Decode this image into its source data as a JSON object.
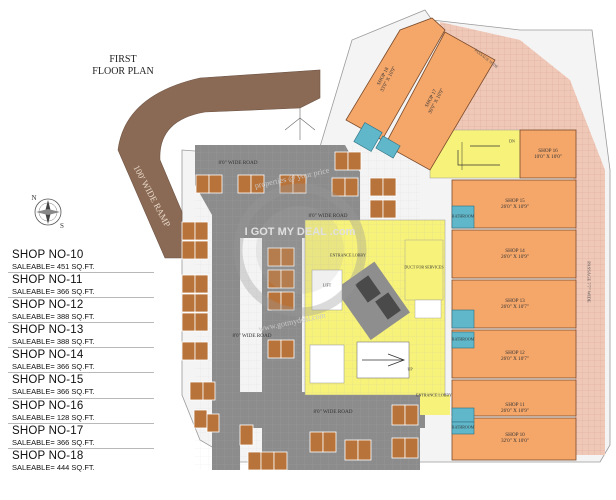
{
  "title": {
    "line1": "FIRST",
    "line2": "FLOOR PLAN"
  },
  "compass": {
    "n": "N",
    "s": "S"
  },
  "legend": [
    {
      "name": "SHOP NO-10",
      "area": "SALEABLE= 451 SQ.FT."
    },
    {
      "name": "SHOP NO-11",
      "area": "SALEABLE= 366 SQ.FT."
    },
    {
      "name": "SHOP NO-12",
      "area": "SALEABLE= 388 SQ.FT."
    },
    {
      "name": "SHOP NO-13",
      "area": "SALEABLE= 388 SQ.FT."
    },
    {
      "name": "SHOP NO-14",
      "area": "SALEABLE= 366 SQ.FT."
    },
    {
      "name": "SHOP NO-15",
      "area": "SALEABLE= 366 SQ.FT."
    },
    {
      "name": "SHOP NO-16",
      "area": "SALEABLE= 128 SQ.FT."
    },
    {
      "name": "SHOP NO-17",
      "area": "SALEABLE= 366 SQ.FT."
    },
    {
      "name": "SHOP NO-18",
      "area": "SALEABLE= 444 SQ.FT."
    }
  ],
  "shops": {
    "s10": {
      "name": "SHOP 10",
      "size": "32'0\" X 10'0\""
    },
    "s11": {
      "name": "SHOP 11",
      "size": "26'0\" X 10'9\""
    },
    "s12": {
      "name": "SHOP 12",
      "size": "26'0\" X 10'7\""
    },
    "s13": {
      "name": "SHOP 13",
      "size": "26'0\" X 10'7\""
    },
    "s14": {
      "name": "SHOP 14",
      "size": "26'0\" X 10'9\""
    },
    "s15": {
      "name": "SHOP 15",
      "size": "26'0\" X 10'9\""
    },
    "s16": {
      "name": "SHOP 16",
      "size": "10'0\" X 10'0\""
    },
    "s17": {
      "name": "SHOP 17",
      "size": "30'0\" X 10'9\""
    },
    "s18": {
      "name": "SHOP 18",
      "size": "33'0\" X 10'9\""
    }
  },
  "roads": {
    "top": "8'0\" WIDE ROAD",
    "mid": "8'0\" WIDE ROAD",
    "left": "8'0\" WIDE ROAD",
    "bottom": "8'0\" WIDE ROAD"
  },
  "ramp": "100' WIDE RAMP",
  "areas": {
    "entrance1": "ENTRANCE LOBBY",
    "entrance2": "ENTRANCE LOBBY",
    "duct": "DUCT FOR SERVICES",
    "bathroom": "BATHROOM",
    "lift": "LIFT",
    "up": "UP",
    "dn": "DN"
  },
  "passage": {
    "right": "PASSAGE 7'7\" WIDE",
    "top": "PASSAGE WIDE"
  },
  "watermark": {
    "brand": "I GOT MY DEAL .com",
    "url": "www.gotmydeal.com",
    "text": "properties @ your price"
  },
  "colors": {
    "shop": "#f5a76a",
    "parking": "#b8733a",
    "road": "#8c8c8c",
    "lobby": "#f7f27a",
    "passage": "#f0c8b8",
    "bath": "#5fb7c9"
  }
}
